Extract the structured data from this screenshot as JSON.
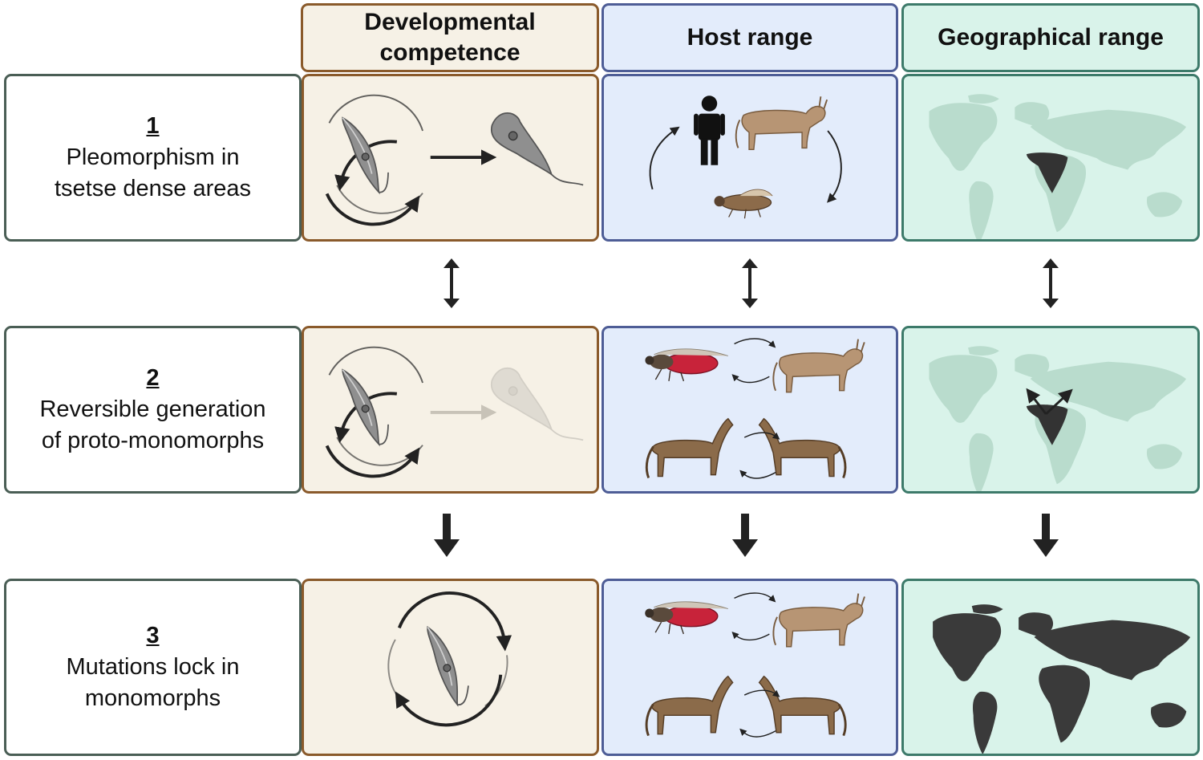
{
  "headers": {
    "developmental_line1": "Developmental",
    "developmental_line2": "competence",
    "host": "Host range",
    "geo": "Geographical range"
  },
  "rows": [
    {
      "num": "1",
      "line1": "Pleomorphism in",
      "line2": "tsetse dense areas"
    },
    {
      "num": "2",
      "line1": "Reversible generation",
      "line2": "of proto-monomorphs"
    },
    {
      "num": "3",
      "line1": "Mutations lock in",
      "line2": "monomorphs"
    }
  ],
  "colors": {
    "dev_fill": "#f6f1e6",
    "dev_border": "#8a5a2b",
    "host_fill": "#e3ecfb",
    "host_border": "#4e5d96",
    "geo_fill": "#d9f3ea",
    "geo_border": "#3d7a6a",
    "label_border": "#4a5e55",
    "arrow": "#222222"
  },
  "icons": [
    "trypanosome-icon",
    "human-icon",
    "cow-icon",
    "tsetse-fly-icon",
    "horse-icon",
    "world-map-icon",
    "cycle-arrow-icon"
  ]
}
